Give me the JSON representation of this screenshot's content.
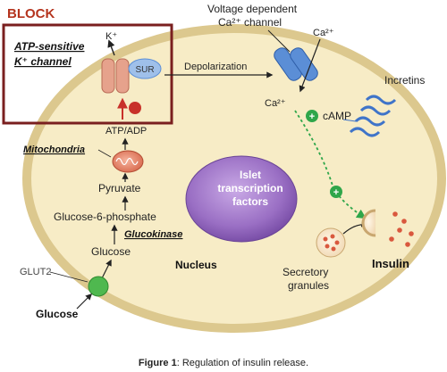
{
  "block_label": "BLOCK",
  "channel": {
    "label_line1": "ATP-sensitive",
    "label_line2": "K⁺ channel",
    "sur_label": "SUR",
    "k_ion": "K⁺"
  },
  "voltage_channel": {
    "label_line1": "Voltage dependent",
    "label_line2": "Ca²⁺ channel",
    "ca_outside": "Ca²⁺",
    "ca_inside": "Ca²⁺"
  },
  "depolarization_label": "Depolarization",
  "incretins_label": "Incretins",
  "camp_label": "cAMP",
  "pathway": {
    "atp_adp": "ATP/ADP",
    "mitochondria": "Mitochondria",
    "pyruvate": "Pyruvate",
    "glucose_6_phosphate": "Glucose-6-phosphate",
    "glucokinase": "Glucokinase",
    "glucose_inner": "Glucose",
    "glut2": "GLUT2",
    "glucose_outer": "Glucose"
  },
  "nucleus": {
    "label": "Nucleus",
    "islet_line1": "Islet",
    "islet_line2": "transcription",
    "islet_line3": "factors"
  },
  "secretory": {
    "line1": "Secretory",
    "line2": "granules"
  },
  "insulin_label": "Insulin",
  "caption": {
    "bold": "Figure 1",
    "text": ": Regulation of insulin release."
  },
  "colors": {
    "cell_fill": "#f7ecc6",
    "cell_stroke": "#dcc88e",
    "block_border": "#7a1f1f",
    "block_text": "#b5341e",
    "nucleus_fill": "#9a6fc4",
    "camp_green": "#2fa64a",
    "channel_blue": "#5b8ed6",
    "k_channel_pink": "#e6a28c",
    "sur_blue": "#9fc0ea",
    "glut2_green": "#4fb84f",
    "incretin_blue": "#3f74c9",
    "granule_red": "#d9583e"
  }
}
